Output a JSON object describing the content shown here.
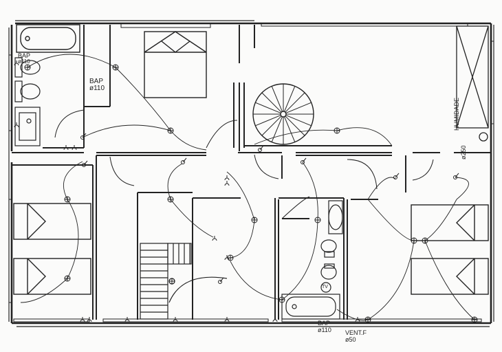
{
  "labels": {
    "bap_bath_top": "BAP",
    "bap_bath_top_size": "ø110",
    "bap_bedroom": "BAP",
    "bap_bedroom_size": "ø110",
    "humidifier": "HUMIDADE",
    "humidifier_size": "ø250",
    "bap_bottom": "BAP",
    "bap_bottom_size": "ø110",
    "vent": "VENT.F",
    "vent_size": "ø50",
    "tv": "TV"
  },
  "colors": {
    "ink": "#222222",
    "paper": "#fbfbfa"
  },
  "symbols": [
    "wall-outlet",
    "light-point",
    "switch",
    "spiral-stair",
    "bathtub",
    "toilet",
    "bidet",
    "sink",
    "double-bed",
    "single-bed",
    "straight-stair"
  ]
}
